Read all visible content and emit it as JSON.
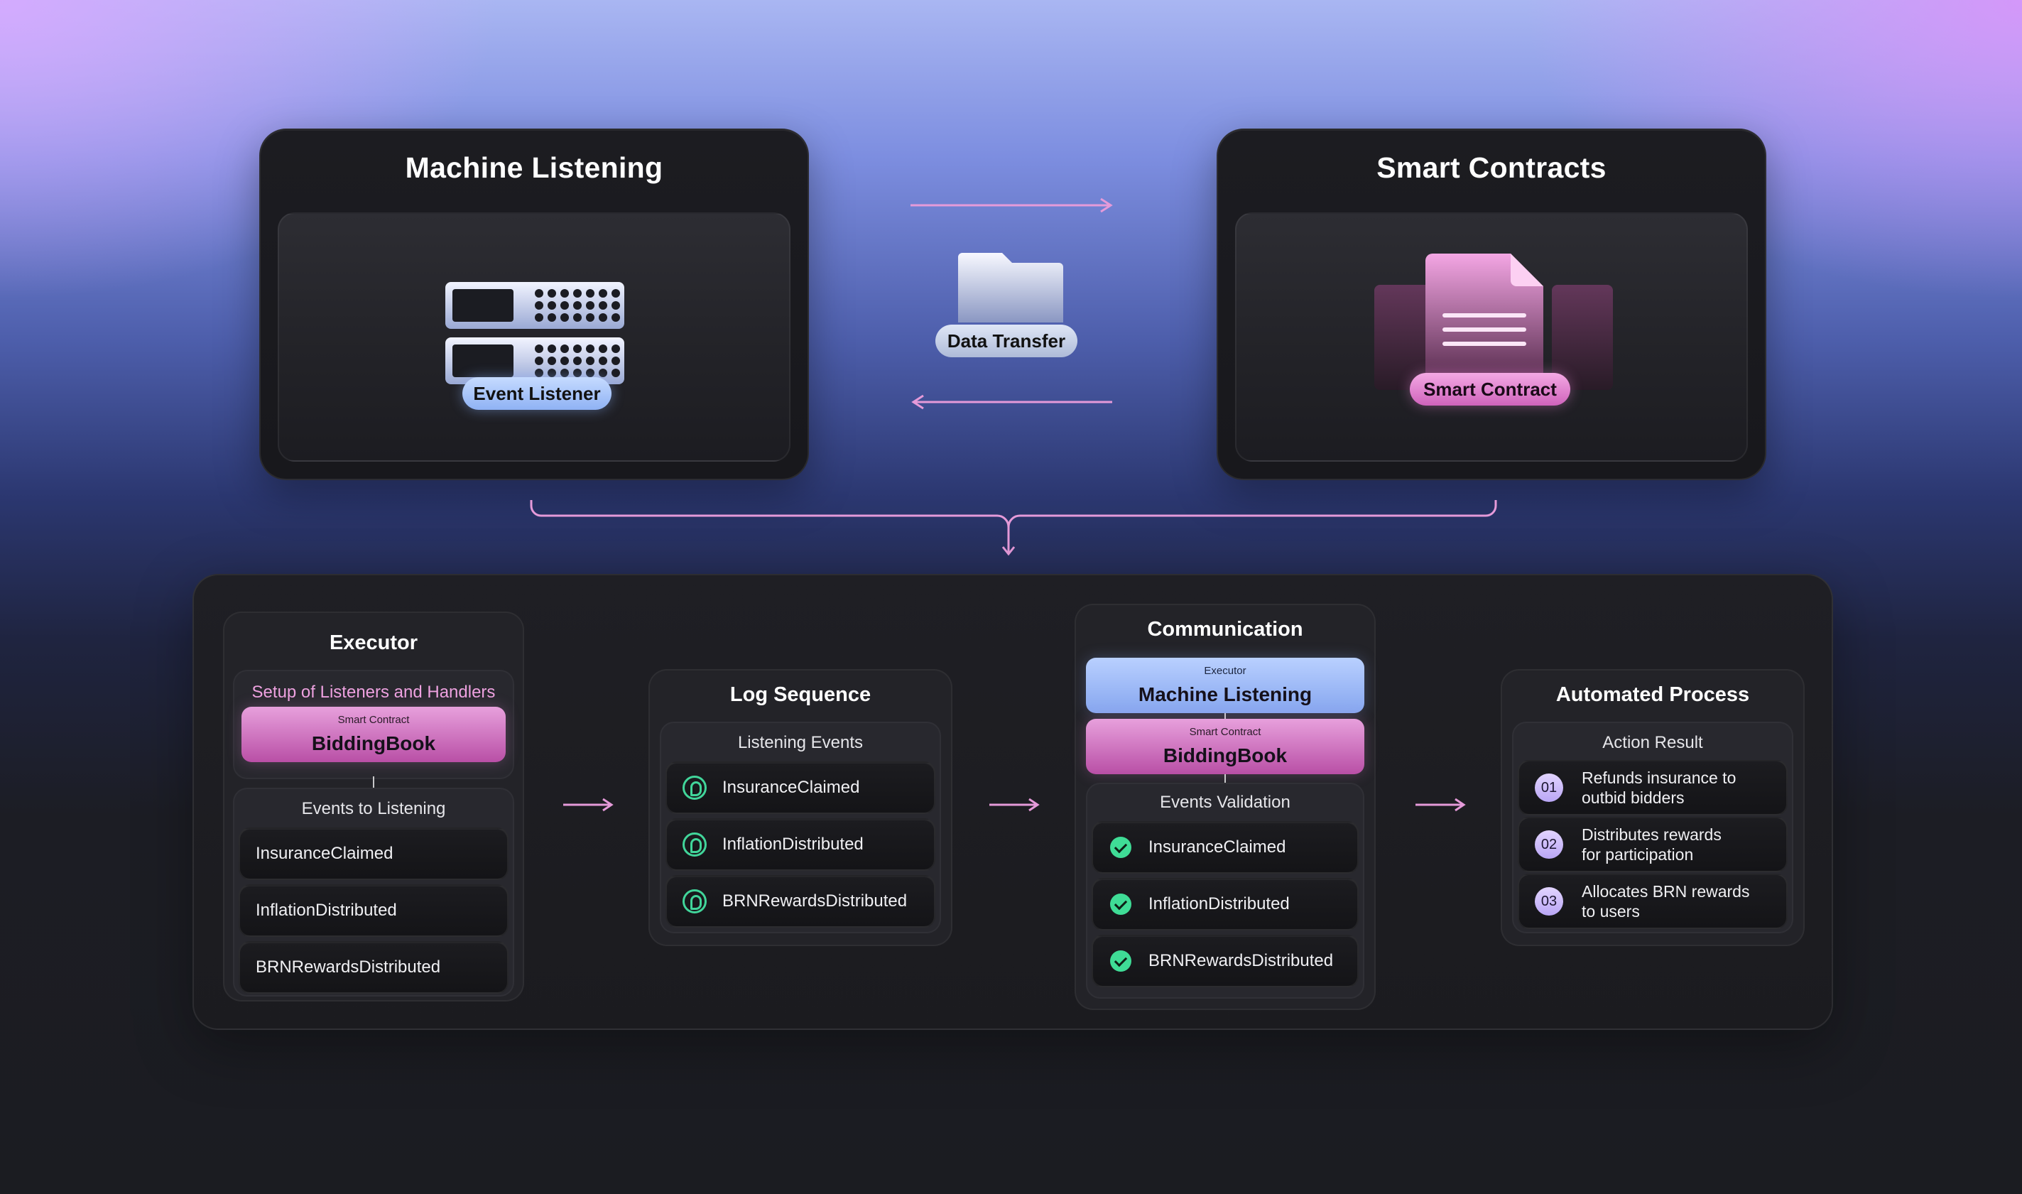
{
  "colors": {
    "accent_pink": "#e7a0dc",
    "accent_blue": "#b9d0ff",
    "success_green": "#3fdc96",
    "arrow_pink": "#e59ad9"
  },
  "top": {
    "left": {
      "title": "Machine Listening",
      "pill": "Event Listener",
      "icon": "server-icon"
    },
    "middle": {
      "pill": "Data Transfer",
      "icon": "folder-icon"
    },
    "right": {
      "title": "Smart Contracts",
      "pill": "Smart Contract",
      "icon": "document-icon"
    }
  },
  "executor": {
    "title": "Executor",
    "setup_label": "Setup of Listeners and Handlers",
    "contract_small": "Smart Contract",
    "contract_name": "BiddingBook",
    "events_title": "Events to Listening",
    "events": [
      "InsuranceClaimed",
      "InflationDistributed",
      "BRNRewardsDistributed"
    ]
  },
  "log": {
    "title": "Log Sequence",
    "sub_title": "Listening Events",
    "events": [
      "InsuranceClaimed",
      "InflationDistributed",
      "BRNRewardsDistributed"
    ],
    "icon": "ear-icon"
  },
  "communication": {
    "title": "Communication",
    "card1_small": "Executor",
    "card1_name": "Machine Listening",
    "card2_small": "Smart Contract",
    "card2_name": "BiddingBook",
    "validation_title": "Events Validation",
    "events": [
      "InsuranceClaimed",
      "InflationDistributed",
      "BRNRewardsDistributed"
    ],
    "icon": "check-icon"
  },
  "automated": {
    "title": "Automated Process",
    "sub_title": "Action Result",
    "results": [
      {
        "num": "01",
        "line1": "Refunds insurance to",
        "line2": "outbid bidders"
      },
      {
        "num": "02",
        "line1": "Distributes rewards",
        "line2": "for participation"
      },
      {
        "num": "03",
        "line1": "Allocates BRN rewards",
        "line2": "to users"
      }
    ]
  }
}
